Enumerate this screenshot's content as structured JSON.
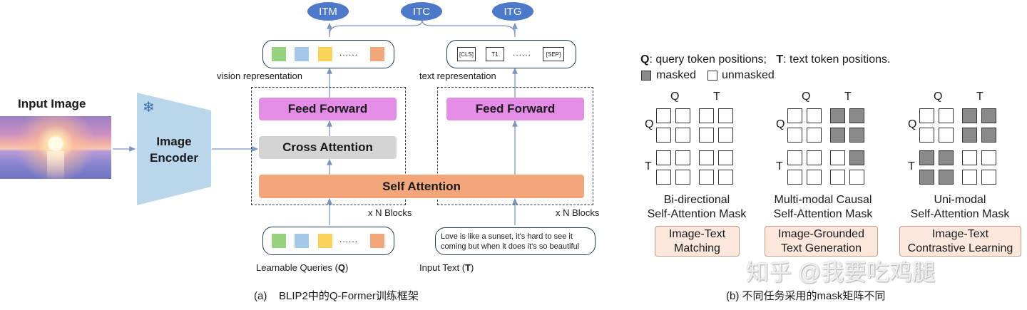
{
  "left": {
    "input_image_title": "Input Image",
    "encoder_label": "Image\nEncoder",
    "outputs": [
      "ITM",
      "ITC",
      "ITG"
    ],
    "vision_repr_label": "vision representation",
    "text_repr_label": "text representation",
    "text_tokens": [
      "[CLS]",
      "T1",
      "......",
      "[SEP]"
    ],
    "query_dots": "......",
    "feed_forward_label": "Feed Forward",
    "cross_attention_label": "Cross Attention",
    "self_attention_label": "Self Attention",
    "blocks_label": "x N Blocks",
    "learnable_queries_label": "Learnable Queries (",
    "learnable_queries_bold": "Q",
    "learnable_queries_close": ")",
    "input_text_label": "Input Text (",
    "input_text_bold": "T",
    "input_text_close": ")",
    "input_text_line1": "Love is like a sunset, it's hard to see it",
    "input_text_line2": "coming but when it does it's so beautiful",
    "caption": "(a)    BLIP2中的Q-Former训练框架",
    "colors": {
      "feed_forward": "#e38de6",
      "cross_attention": "#d4d4d4",
      "self_attention": "#f2a67a",
      "ellipse": "#4c79c9",
      "encoder": "#b9d6ea",
      "arrow": "#7a96c2",
      "query_tokens": [
        "#97d27f",
        "#a5c8ea",
        "#fad45a",
        "#f2a67a"
      ]
    },
    "snowflake_icon": "snowflake-icon"
  },
  "right": {
    "legend_q_bold": "Q",
    "legend_q_text": ": query token positions;",
    "legend_t_bold": "T",
    "legend_t_text": ": text token positions.",
    "legend_masked": "masked",
    "legend_unmasked": "unmasked",
    "masks": [
      {
        "col_q": "Q",
        "col_t": "T",
        "row_q": "Q",
        "row_t": "T",
        "title_line1": "Bi-directional",
        "title_line2": "Self-Attention Mask",
        "task_line1": "Image-Text",
        "task_line2": "Matching",
        "grid": [
          [
            0,
            0,
            0,
            0
          ],
          [
            0,
            0,
            0,
            0
          ],
          [
            0,
            0,
            0,
            0
          ],
          [
            0,
            0,
            0,
            0
          ]
        ]
      },
      {
        "col_q": "Q",
        "col_t": "T",
        "row_q": "Q",
        "row_t": "T",
        "title_line1": "Multi-modal Causal",
        "title_line2": "Self-Attention Mask",
        "task_line1": "Image-Grounded",
        "task_line2": "Text Generation",
        "grid": [
          [
            0,
            0,
            1,
            1
          ],
          [
            0,
            0,
            1,
            1
          ],
          [
            0,
            0,
            0,
            1
          ],
          [
            0,
            0,
            0,
            0
          ]
        ]
      },
      {
        "col_q": "Q",
        "col_t": "T",
        "row_q": "Q",
        "row_t": "T",
        "title_line1": "Uni-modal",
        "title_line2": "Self-Attention Mask",
        "task_line1": "Image-Text",
        "task_line2": "Contrastive Learning",
        "grid": [
          [
            0,
            0,
            1,
            1
          ],
          [
            0,
            0,
            1,
            1
          ],
          [
            1,
            1,
            0,
            0
          ],
          [
            1,
            1,
            0,
            0
          ]
        ]
      }
    ],
    "caption": "(b) 不同任务采用的mask矩阵不同",
    "watermark": "知乎 @我要吃鸡腿"
  }
}
